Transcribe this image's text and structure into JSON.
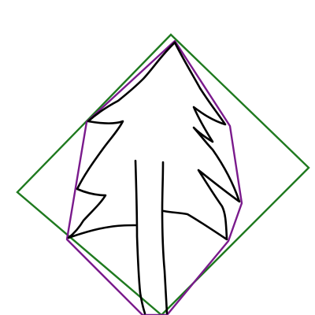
{
  "figure": {
    "background_color": "#ffffff",
    "shapes": [
      {
        "name": "outer-diamond",
        "kind": "polygon",
        "color": "#1f7a1f"
      },
      {
        "name": "inner-hull",
        "kind": "polygon",
        "color": "#7a1a8c"
      },
      {
        "name": "tree-sketch",
        "kind": "freehand-drawing",
        "color": "#000000"
      }
    ],
    "visible_text": []
  }
}
